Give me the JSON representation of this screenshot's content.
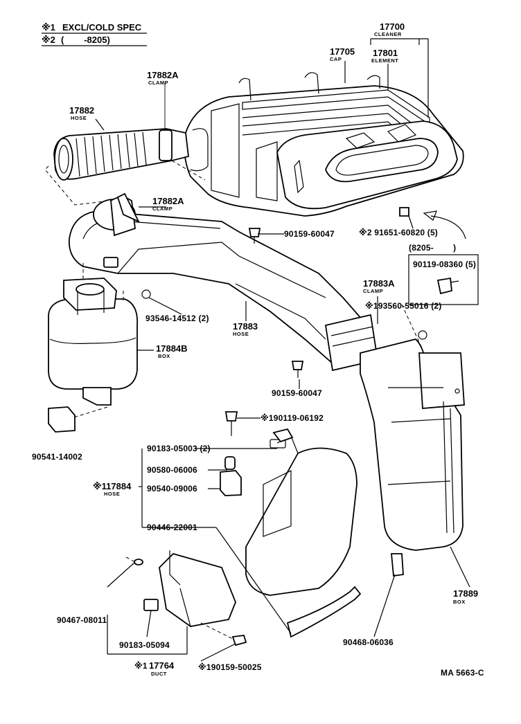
{
  "header": {
    "note1_mark": "※1",
    "note1_text": "EXCL/COLD SPEC",
    "note2_mark": "※2",
    "note2_text": "(        -8205)"
  },
  "inset": {
    "range": "(8205-        )",
    "part": "90119-08360 (5)"
  },
  "labels": {
    "cleaner_num": "17700",
    "cleaner_name": "CLEANER",
    "cap_num": "17705",
    "cap_name": "CAP",
    "element_num": "17801",
    "element_name": "ELEMENT",
    "clamp_top_num": "17882A",
    "clamp_top_name": "CLAMP",
    "hose_top_num": "17882",
    "hose_top_name": "HOSE",
    "clamp_mid_num": "17882A",
    "clamp_mid_name": "CLAMP",
    "bolt_a": "90159-60047",
    "nut_inset": "※2 91651-60820 (5)",
    "clamp_right_num": "17883A",
    "clamp_right_name": "CLAMP",
    "clip_right": "※193560-55016 (2)",
    "clip_left": "93546-14512 (2)",
    "hose_mid_num": "17883",
    "hose_mid_name": "HOSE",
    "box_left_num": "17884B",
    "box_left_name": "BOX",
    "bolt_b": "90159-60047",
    "bolt_c": "※190119-06192",
    "cushion": "90541-14002",
    "nut_a": "90183-05003 (2)",
    "collar": "90580-06006",
    "grommet": "90540-09006",
    "hose_low_num": "※117884",
    "hose_low_name": "HOSE",
    "band": "90446-22001",
    "clip_low": "90467-08011",
    "nut_b": "90183-05094",
    "duct_mark": "※1",
    "duct_num": "17764",
    "duct_name": "DUCT",
    "screw": "※190159-50025",
    "clip_box": "90468-06036",
    "box_right_num": "17889",
    "box_right_name": "BOX",
    "ref": "MA 5663-C"
  }
}
